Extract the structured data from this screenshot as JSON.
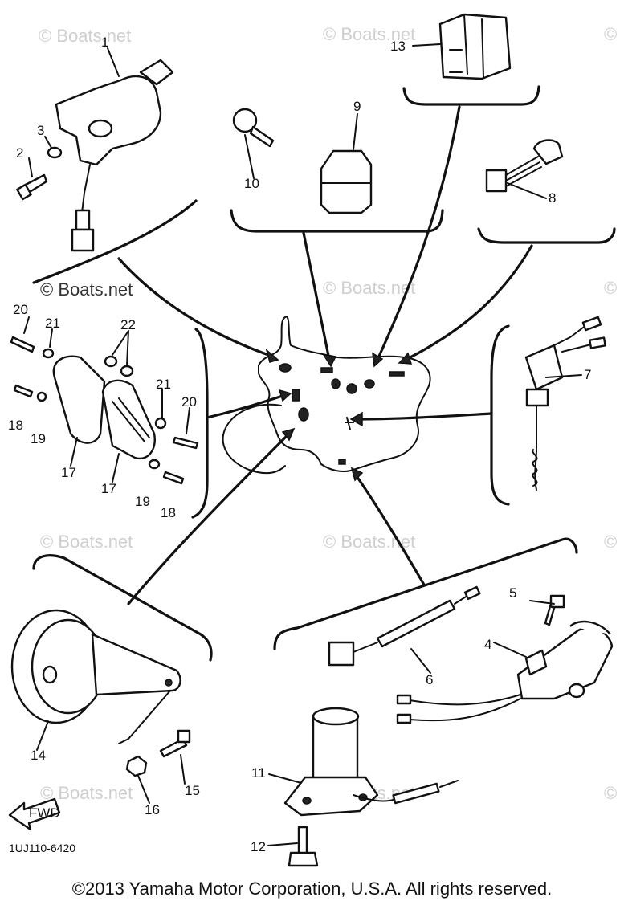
{
  "watermark": "© Boats.net",
  "diagram_code": "1UJ110-6420",
  "fwd_label": "FWD",
  "copyright": "©2013 Yamaha Motor Corporation, U.S.A. All rights reserved.",
  "callouts": [
    "1",
    "2",
    "3",
    "4",
    "5",
    "6",
    "7",
    "8",
    "9",
    "10",
    "11",
    "12",
    "13",
    "14",
    "15",
    "16",
    "17",
    "17",
    "18",
    "18",
    "19",
    "19",
    "20",
    "20",
    "21",
    "21",
    "22"
  ]
}
